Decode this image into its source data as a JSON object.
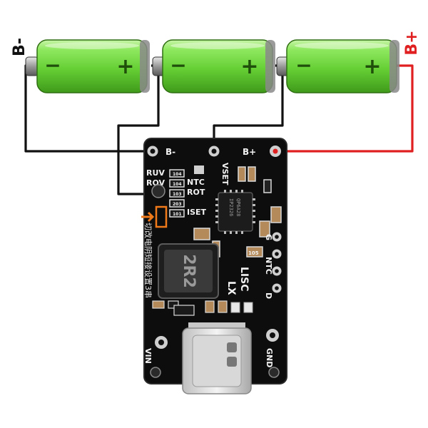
{
  "terminal_labels": {
    "b_minus": "B-",
    "b_plus": "B+"
  },
  "batteries": [
    {
      "minus": "−",
      "plus": "+"
    },
    {
      "minus": "−",
      "plus": "+"
    },
    {
      "minus": "−",
      "plus": "+"
    }
  ],
  "board": {
    "pad_b_minus": "B-",
    "pad_b_plus": "B+",
    "vset": "VSET",
    "ruv": "RUV",
    "rov": "ROV",
    "ntc": "NTC",
    "rot": "ROT",
    "iset": "ISET",
    "chip_line1": "IP2326",
    "chip_line2": "QP6A28",
    "inductor": "2R2",
    "lx": "LX",
    "lisc": "LISC",
    "side_g": "G",
    "side_ntc": "NTC",
    "side_d": "D",
    "vin": "VIN",
    "gnd": "GND",
    "cn_note": "切改电阴短接设置3串",
    "r_ruv": "104",
    "r_rov": "104",
    "r_ntc": "103",
    "r_rot": "203",
    "r_iset": "101",
    "cap_label": "105"
  },
  "colors": {
    "battery_green": "#7ee04a",
    "battery_dark": "#2f8a12",
    "wire_black": "#111111",
    "wire_red": "#e02020",
    "pcb": "#0d0d0d",
    "highlight": "#f07a1a"
  }
}
